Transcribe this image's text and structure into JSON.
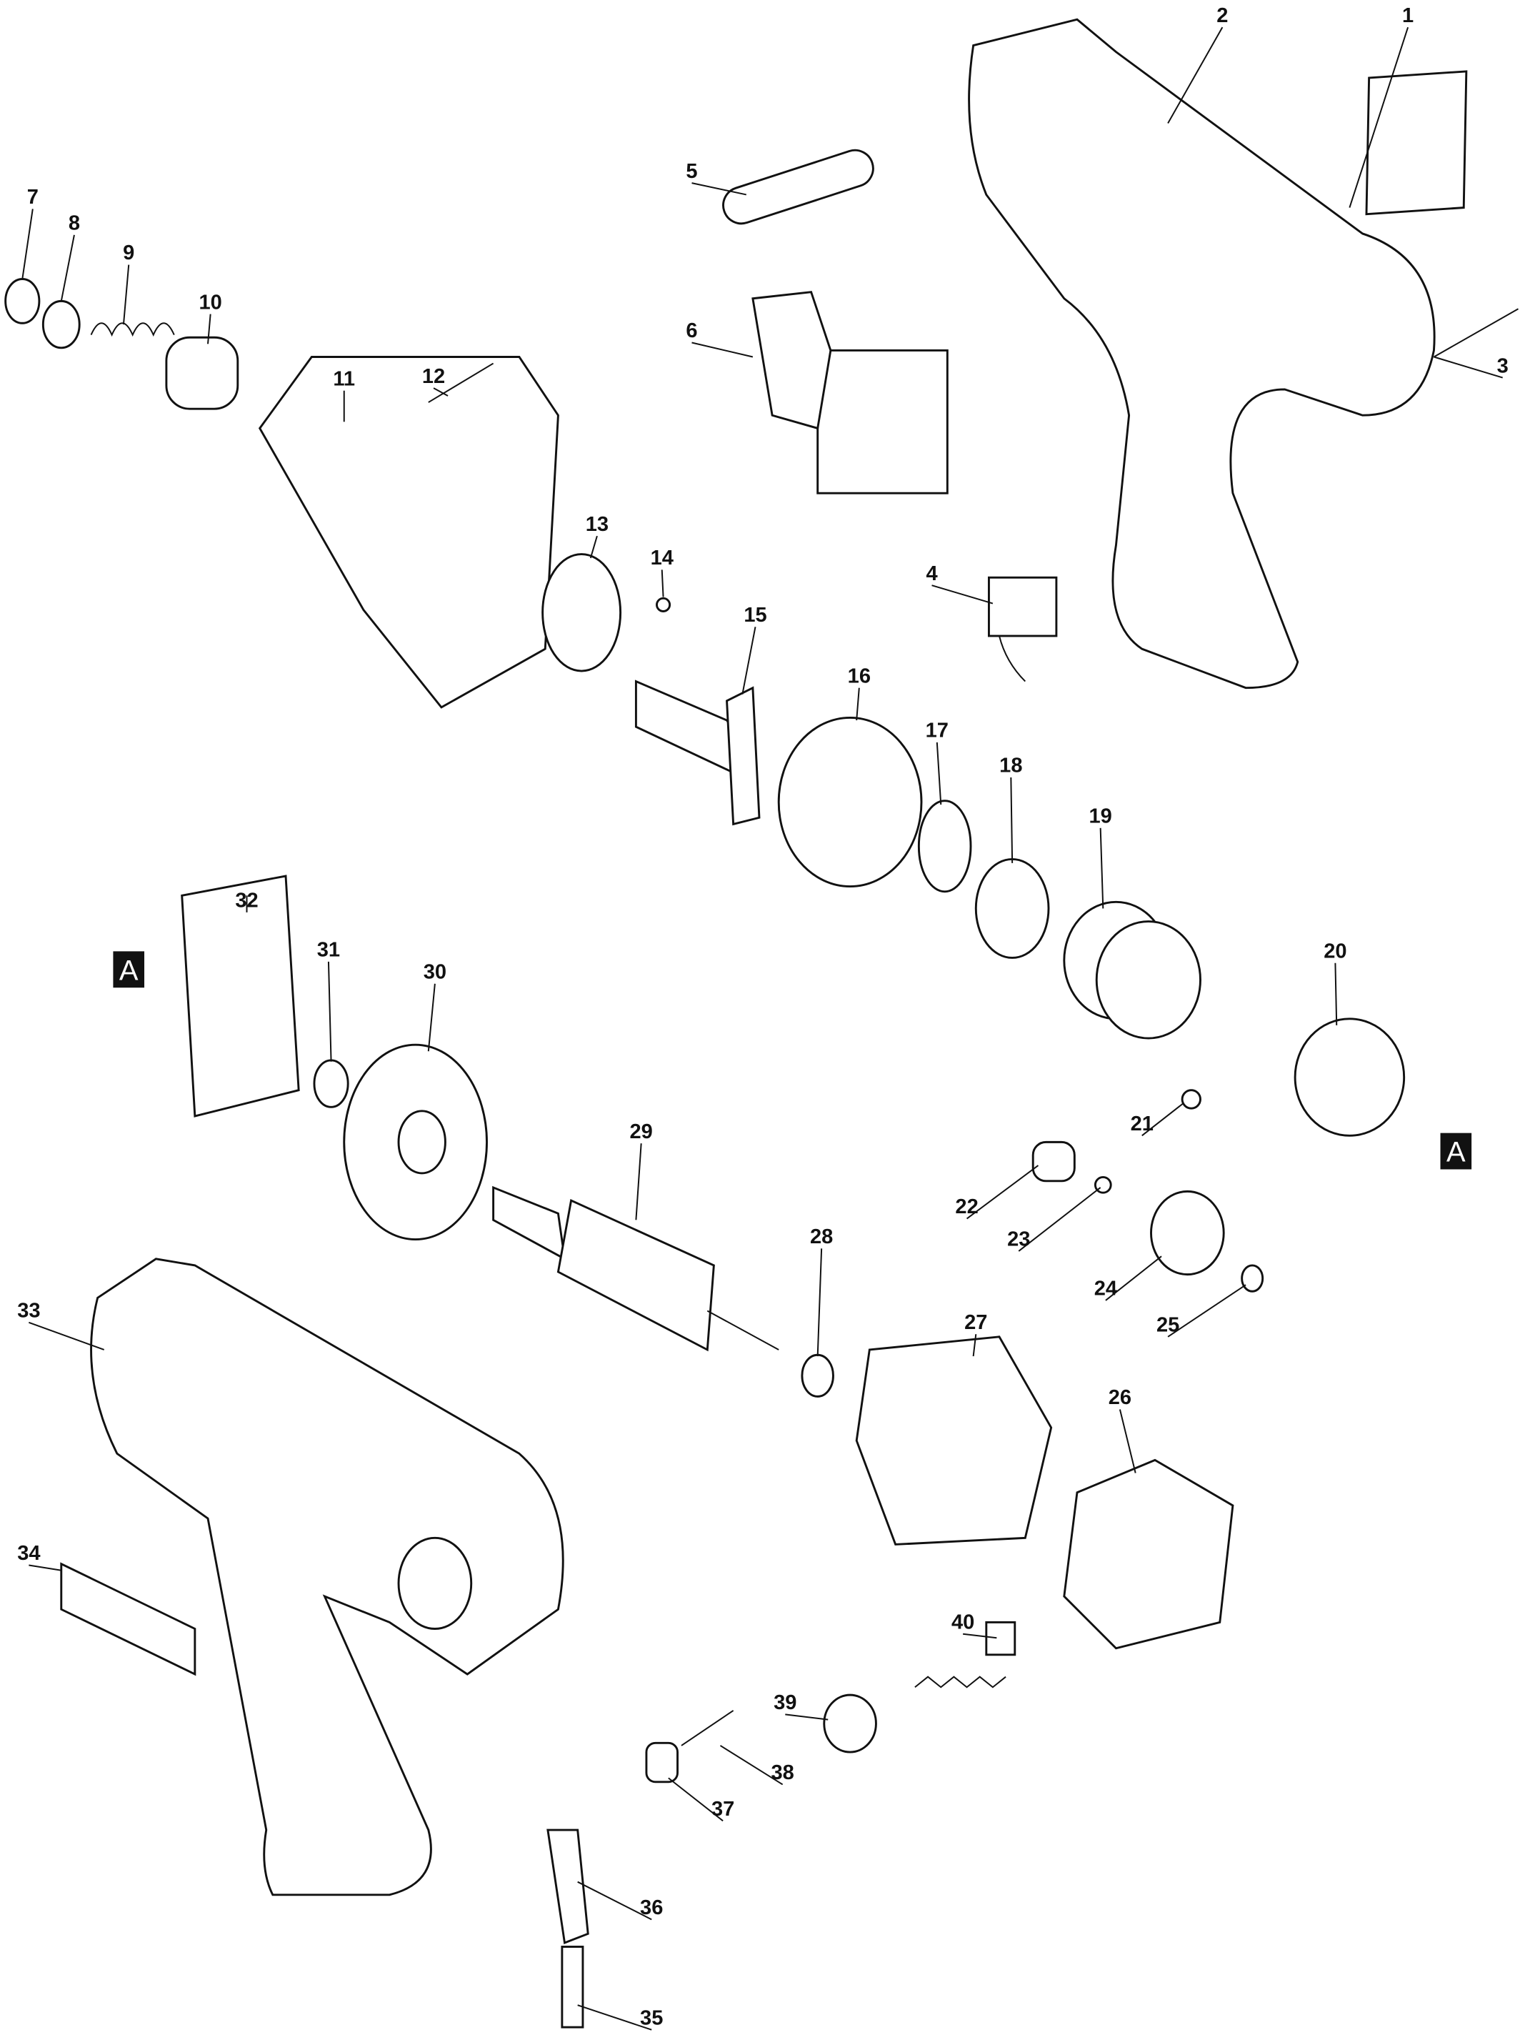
{
  "diagram": {
    "type": "exploded-parts-view",
    "part_labels": [
      "1",
      "2",
      "3",
      "4",
      "5",
      "6",
      "7",
      "8",
      "9",
      "10",
      "11",
      "12",
      "13",
      "14",
      "15",
      "16",
      "17",
      "18",
      "19",
      "20",
      "21",
      "22",
      "23",
      "24",
      "25",
      "26",
      "27",
      "28",
      "29",
      "30",
      "31",
      "32",
      "33",
      "34",
      "35",
      "36",
      "37",
      "38",
      "39",
      "40"
    ],
    "section_markers": [
      "A",
      "A"
    ]
  }
}
